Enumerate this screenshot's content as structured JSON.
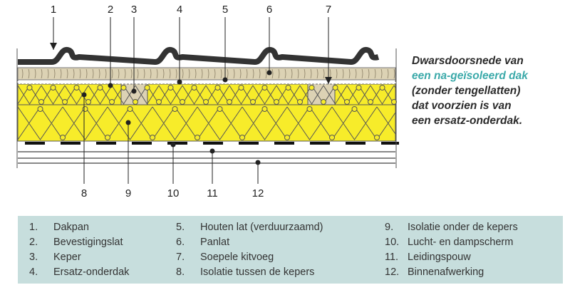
{
  "diagram": {
    "top_labels": [
      "1",
      "2",
      "3",
      "4",
      "5",
      "6",
      "7"
    ],
    "bottom_labels": [
      "8",
      "9",
      "10",
      "11",
      "12"
    ],
    "colors": {
      "insulation": "#f7ec2a",
      "timber": "#dcd2b4",
      "tile": "#333333",
      "legend_bg": "#c7dedd",
      "accent": "#3aa9a9"
    }
  },
  "caption": {
    "line1": "Dwarsdoorsnede van",
    "line2": "een na-geïsoleerd dak",
    "line3": "(zonder tengellatten)",
    "line4": "dat voorzien is van",
    "line5": "een ersatz-onderdak."
  },
  "legend": {
    "col1": [
      {
        "n": "1.",
        "label": "Dakpan"
      },
      {
        "n": "2.",
        "label": "Bevestigingslat"
      },
      {
        "n": "3.",
        "label": "Keper"
      },
      {
        "n": "4.",
        "label": "Ersatz-onderdak"
      }
    ],
    "col2": [
      {
        "n": "5.",
        "label": "Houten lat (verduurzaamd)"
      },
      {
        "n": "6.",
        "label": "Panlat"
      },
      {
        "n": "7.",
        "label": "Soepele kitvoeg"
      },
      {
        "n": "8.",
        "label": "Isolatie tussen de kepers"
      }
    ],
    "col3": [
      {
        "n": "9.",
        "label": "Isolatie onder de kepers"
      },
      {
        "n": "10.",
        "label": "Lucht- en dampscherm"
      },
      {
        "n": "11.",
        "label": "Leidingspouw"
      },
      {
        "n": "12.",
        "label": "Binnenafwerking"
      }
    ]
  }
}
